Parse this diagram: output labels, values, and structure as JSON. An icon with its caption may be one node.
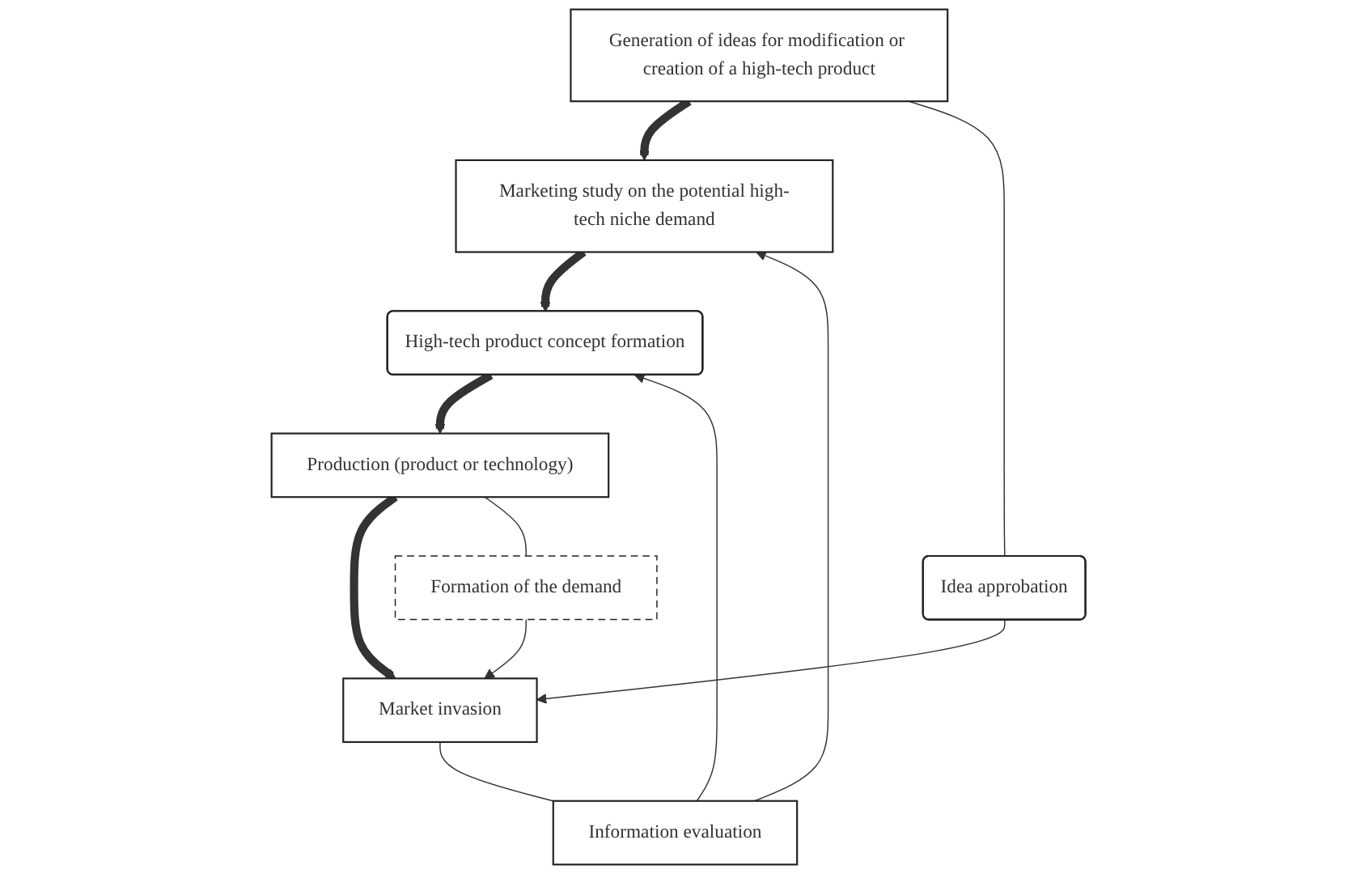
{
  "diagram": {
    "nodes": [
      {
        "text": [
          "Generation of ideas for modification or creation of a high-tech product"
        ]
      },
      {
        "text": [
          "Marketing study on the potential high-tech niche demand"
        ]
      },
      {
        "text": [
          "High-tech product concept formation"
        ]
      },
      {
        "text": [
          "Production (product or technology)"
        ]
      },
      {
        "text": [
          "Market invasion"
        ]
      },
      {
        "text": [
          "Idea approbation"
        ]
      },
      {
        "text": [
          "Information evaluation"
        ]
      },
      {
        "text": [
          "Formation of the demand"
        ]
      }
    ],
    "edges": [
      {
        "from": 0,
        "to": 1,
        "arrow": "to",
        "style": "thick"
      },
      {
        "from": 1,
        "to": 2,
        "arrow": "to",
        "style": "thick"
      },
      {
        "from": 2,
        "to": 3,
        "arrow": "to",
        "style": "thick"
      },
      {
        "from": 3,
        "to": 4,
        "arrow": "to",
        "style": "thick"
      },
      {
        "from": 0,
        "to": 5,
        "arrow": "none"
      },
      {
        "from": 5,
        "to": 4,
        "arrow": "to"
      },
      {
        "from": 6,
        "to": 1,
        "arrow": "to"
      },
      {
        "from": 6,
        "to": 2,
        "arrow": "to"
      },
      {
        "from": 4,
        "to": 6,
        "arrow": "none"
      },
      {
        "from": 3,
        "to": 7,
        "arrow": "none"
      },
      {
        "from": 7,
        "to": 4,
        "arrow": "to"
      }
    ]
  }
}
